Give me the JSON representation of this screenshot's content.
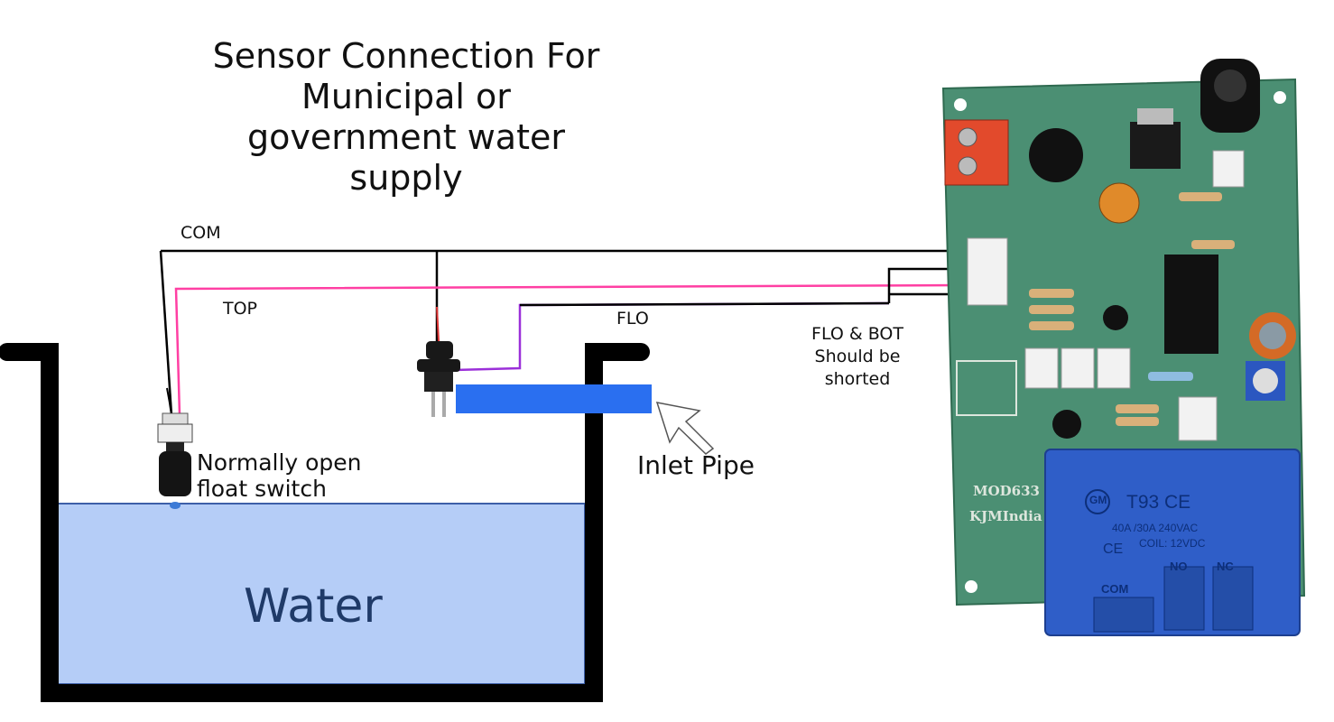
{
  "title_lines": [
    "Sensor Connection For",
    "Municipal or",
    "government water",
    "supply"
  ],
  "wire_labels": {
    "com": "COM",
    "top": "TOP",
    "flo": "FLO"
  },
  "note_lines": [
    "FLO & BOT",
    "Should be",
    "shorted"
  ],
  "float_switch_label": [
    "Normally open",
    "float switch"
  ],
  "inlet_pipe_label": "Inlet Pipe",
  "water_label": "Water",
  "board": {
    "model": "MOD633",
    "maker": "KJMIndia",
    "relay_brand": "GM",
    "relay_model": "T93 CE",
    "relay_rating": "40A /30A 240VAC",
    "relay_coil": "COIL: 12VDC",
    "relay_ce": "CE",
    "relay_pins": [
      "COM",
      "NO",
      "NC"
    ]
  },
  "colors": {
    "water": "#b5cdf7",
    "pipe": "#2a6ff0",
    "pcb": "#4b8f73",
    "relay": "#2f5ec8",
    "top_wire": "#ff3fa3",
    "flo_wire": "#9b30d9"
  }
}
